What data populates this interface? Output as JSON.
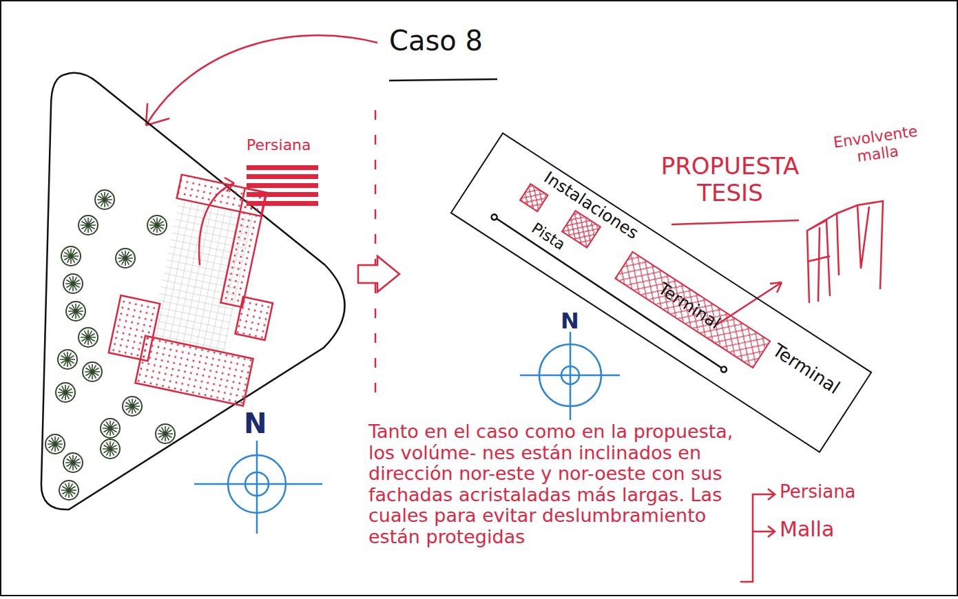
{
  "diagram": {
    "title": "Caso 8",
    "nodes": [
      {
        "text": [
          "Persiana"
        ]
      },
      {
        "text": [
          "Instalaciones",
          "Terminal",
          "Pista"
        ]
      },
      {
        "text": [
          "Terminal"
        ],
        "in": 1
      }
    ],
    "labels": [
      "PROPUESTA TESIS",
      "Envolvente malla",
      "N",
      "N",
      "Tanto en el caso como en la propuesta, los volúme- nes están inclinados en dirección nor-este y nor-oeste con sus fachadas acristaladas más largas. Las cuales para evitar deslumbramiento están protegidas",
      "Persiana",
      "Malla"
    ]
  }
}
